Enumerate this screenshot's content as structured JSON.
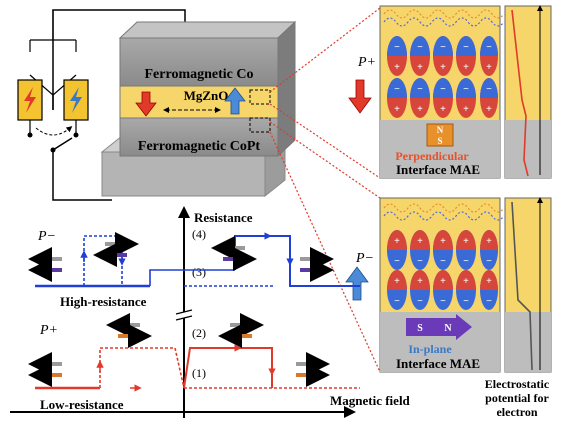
{
  "device": {
    "top_layer": "Ferromagnetic Co",
    "barrier": "MgZnO",
    "bottom_layer": "Ferromagnetic CoPt"
  },
  "graph": {
    "y_axis_label": "Resistance",
    "x_axis_label": "Magnetic field",
    "high_state_label": "High-resistance",
    "low_state_label": "Low-resistance",
    "polarization_high": "P−",
    "polarization_low": "P+",
    "point_labels": [
      "(1)",
      "(2)",
      "(3)",
      "(4)"
    ]
  },
  "panel_top": {
    "polarization": "P+",
    "magnet_label": "N",
    "magnet_label_2": "S",
    "anisotropy_line1": "Perpendicular",
    "anisotropy_line2": "Interface MAE"
  },
  "panel_bottom": {
    "polarization": "P−",
    "magnet_s": "S",
    "magnet_n": "N",
    "anisotropy_line1": "In-plane",
    "anisotropy_line2": "Interface MAE"
  },
  "potential_caption": {
    "line1": "Electrostatic",
    "line2": "potential for",
    "line3": "electron"
  },
  "colors": {
    "high_curve": "#1f3fd6",
    "low_curve": "#e23a2a",
    "barrier_fill": "#f6d66a",
    "metal_fill": "#8f8f8f",
    "arrow_purple": "#5a3aa0",
    "arrow_orange": "#d8782a",
    "arrow_gray": "#9a9a9a",
    "perp_text": "#e8502a",
    "inplane_text": "#3a78c8"
  }
}
